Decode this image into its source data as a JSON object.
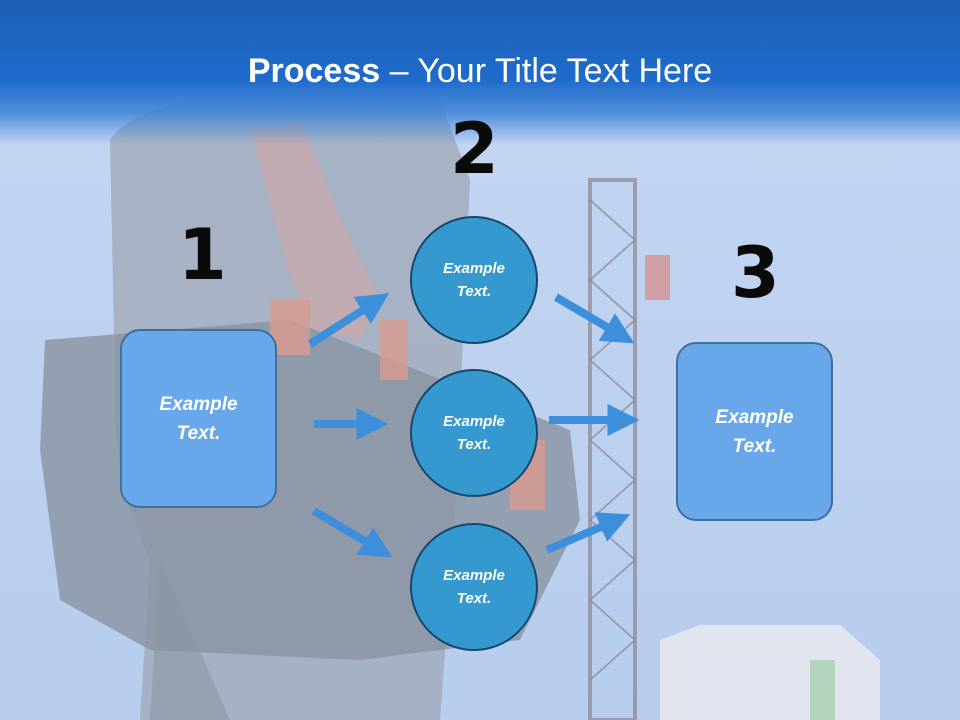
{
  "title": {
    "bold": "Process",
    "rest": " – Your Title Text Here"
  },
  "steps": {
    "one": "1",
    "two": "2",
    "three": "3"
  },
  "left_box": {
    "text": "Example Text."
  },
  "circles": [
    {
      "text": "Example Text."
    },
    {
      "text": "Example Text."
    },
    {
      "text": "Example Text."
    }
  ],
  "right_box": {
    "text": "Example Text."
  },
  "colors": {
    "header": "#1f6bcb",
    "box_fill": "#68a8ea",
    "circle_fill": "#3599d0",
    "arrow": "#3d8fdb"
  }
}
